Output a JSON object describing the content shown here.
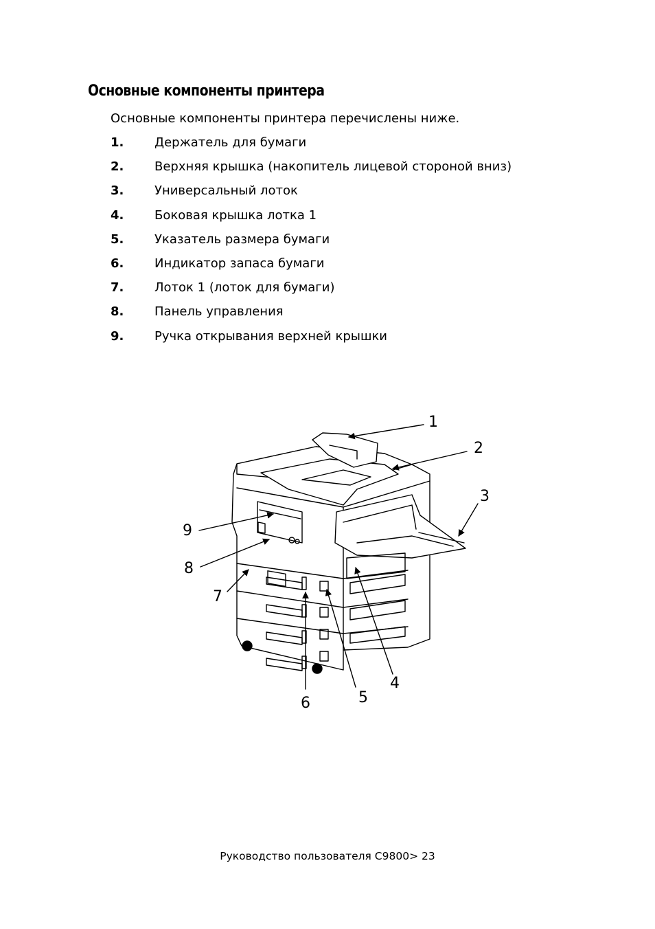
{
  "title": "Основные компоненты принтера",
  "intro": "Основные компоненты принтера перечислены ниже.",
  "items": [
    {
      "num": "1.",
      "label": "Держатель для бумаги"
    },
    {
      "num": "2.",
      "label": "Верхняя крышка (накопитель лицевой стороной вниз)"
    },
    {
      "num": "3.",
      "label": "Универсальный лоток"
    },
    {
      "num": "4.",
      "label": "Боковая крышка лотка 1"
    },
    {
      "num": "5.",
      "label": "Указатель размера бумаги"
    },
    {
      "num": "6.",
      "label": "Индикатор запаса бумаги"
    },
    {
      "num": "7.",
      "label": "Лоток 1 (лоток для бумаги)"
    },
    {
      "num": "8.",
      "label": "Панель управления"
    },
    {
      "num": "9.",
      "label": "Ручка открывания верхней крышки"
    }
  ],
  "figure": {
    "callouts": [
      "1",
      "2",
      "3",
      "4",
      "5",
      "6",
      "7",
      "8",
      "9"
    ]
  },
  "footer": "Руководство пользователя C9800> 23"
}
